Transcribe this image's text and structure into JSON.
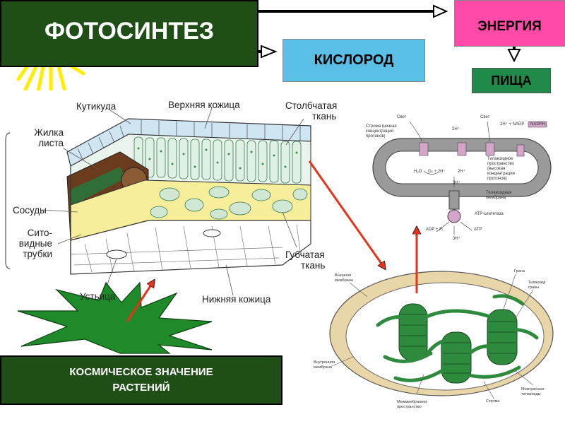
{
  "boxes": {
    "photosynthesis": "ФОТОСИНТЕЗ",
    "energy": "ЭНЕРГИЯ",
    "oxygen": "КИСЛОРОД",
    "food": "ПИЩА",
    "cosmic_line1": "КОСМИЧЕСКОЕ ЗНАЧЕНИЕ",
    "cosmic_line2": "РАСТЕНИЙ"
  },
  "leaf": {
    "cuticle": "Кутикула",
    "upper_epidermis": "Верхняя кожица",
    "palisade_1": "Столбчатая",
    "palisade_2": "ткань",
    "vein_1": "Жилка",
    "vein_2": "листа",
    "vessels": "Сосуды",
    "sieve_1": "Сито-",
    "sieve_2": "видные",
    "sieve_3": "трубки",
    "spongy_1": "Губчатая",
    "spongy_2": "ткань",
    "stomata": "Устьица",
    "lower_epidermis": "Нижняя кожица"
  },
  "thylakoid_scheme": {
    "light_left": "Свет",
    "light_right": "Свет",
    "stroma_1": "Строма (низкая",
    "stroma_2": "концентрация",
    "stroma_3": "протонов)",
    "two_h_top": "2H⁺",
    "nadp_reaction": "2H⁺ + NADP",
    "nadph": "NADPH₂",
    "water": "H₂O",
    "oxygen_reaction": "O₂ + 2H⁺",
    "two_h_mid": "2H⁺",
    "lumen_1": "Тилакоидное",
    "lumen_2": "пространство",
    "lumen_3": "(высокая",
    "lumen_4": "концентрация",
    "lumen_5": "протонов)",
    "membrane_1": "Тилакоидная",
    "membrane_2": "мембрана",
    "three_h_top": "3H⁺",
    "atp_synthase": "ATP-синтетаза",
    "adp": "ADP + Pᵢ",
    "atp": "ATP",
    "three_h_bottom": "3H⁺"
  },
  "chloroplast": {
    "outer_1": "Внешняя",
    "outer_2": "мембрана",
    "grana": "Грана",
    "thylakoid_1": "Тилакоид",
    "thylakoid_2": "граны",
    "inner_1": "Внутренняя",
    "inner_2": "мембрана",
    "intermembrane_1": "Межмембранное",
    "intermembrane_2": "пространство",
    "stroma": "Строма",
    "inter_grana_1": "Межгранные",
    "inter_grana_2": "тилакоиды"
  },
  "colors": {
    "dark_green": "#1f4f17",
    "pink": "#ff4aa8",
    "sky_blue": "#59bfe7",
    "food_green": "#1f8a4a",
    "sun_yellow": "#ffee00",
    "arrow_red": "#e8321a",
    "plant_green": "#1f8a2a"
  }
}
